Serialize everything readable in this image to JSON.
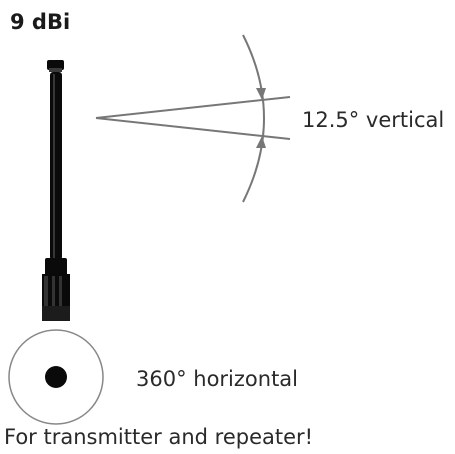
{
  "title": "9 dBi",
  "vertical_angle_label": "12.5° vertical",
  "horizontal_angle_label": "360° horizontal",
  "footer_text": "For transmitter and repeater!",
  "colors": {
    "antenna": "#0a0a0a",
    "lines": "#777777",
    "text": "#2a2a2a"
  },
  "icons": [
    "antenna-icon",
    "beam-arrow-icon",
    "omni-top-view-icon"
  ]
}
